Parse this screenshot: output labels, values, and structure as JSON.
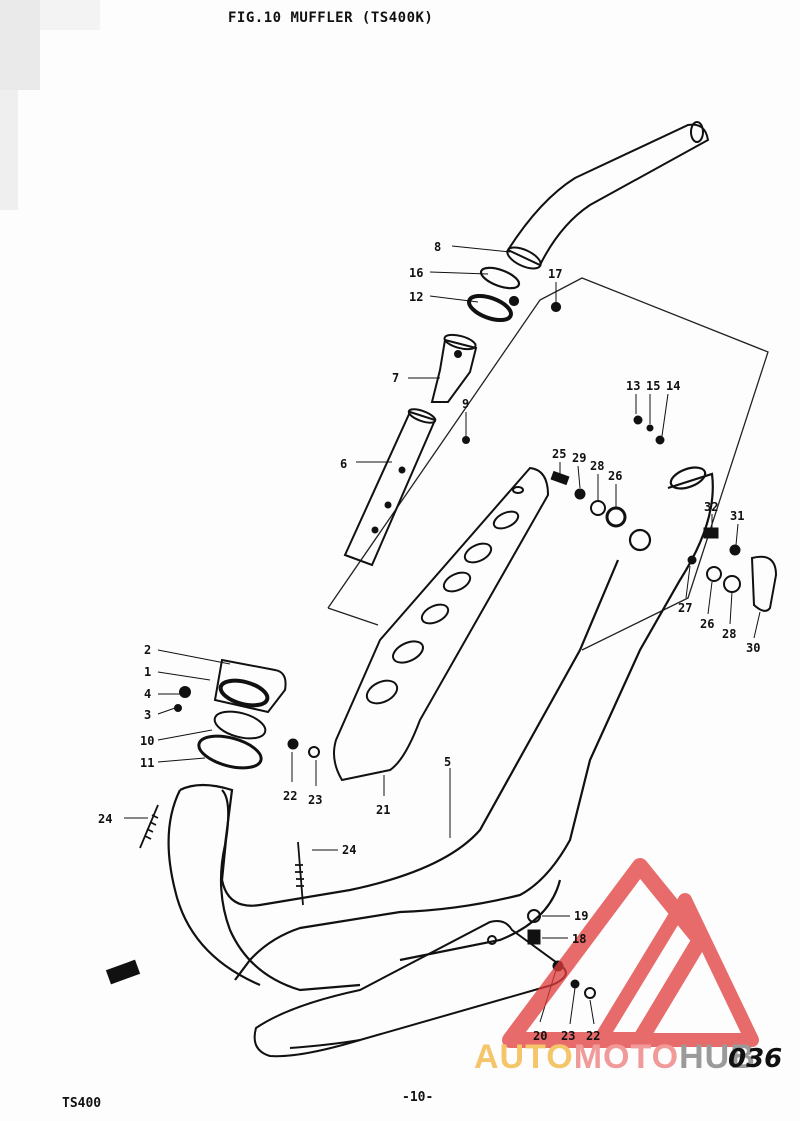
{
  "header": {
    "title": "FIG.10  MUFFLER (TS400K)"
  },
  "footer": {
    "model": "TS400",
    "page": "-10-",
    "code": "036"
  },
  "watermark": {
    "part1": "AUTO",
    "part2": "MOTO",
    "part3": "HUB",
    "colors": {
      "triangle": "#e23b3b",
      "text_yellow": "#f5c56a",
      "text_red": "#f19a9a",
      "text_gray": "#9a9a9a"
    }
  },
  "callouts": {
    "c1": "1",
    "c2": "2",
    "c3": "3",
    "c4": "4",
    "c5": "5",
    "c6": "6",
    "c7": "7",
    "c8": "8",
    "c9": "9",
    "c10": "10",
    "c11": "11",
    "c12": "12",
    "c16": "16",
    "c17": "17",
    "c13": "13",
    "c15": "15",
    "c14": "14",
    "c25": "25",
    "c29": "29",
    "c28a": "28",
    "c26a": "26",
    "c32": "32",
    "c31": "31",
    "c27": "27",
    "c26b": "26",
    "c28b": "28",
    "c30": "30",
    "c22a": "22",
    "c23a": "23",
    "c21": "21",
    "c24a": "24",
    "c24b": "24",
    "c19": "19",
    "c18": "18",
    "c20": "20",
    "c23b": "23",
    "c22b": "22"
  }
}
